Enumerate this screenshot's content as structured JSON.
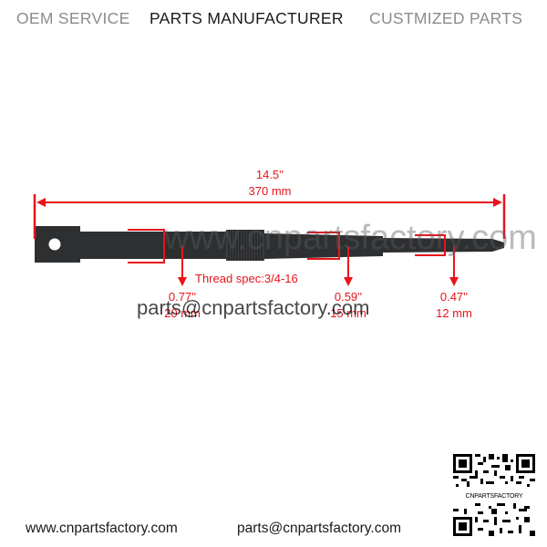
{
  "header": {
    "oem": "OEM SERVICE",
    "parts": "PARTS MANUFACTURER",
    "custom": "CUSTMIZED PARTS"
  },
  "dimensions": {
    "overall_in": "14.5''",
    "overall_mm": "370 mm",
    "thread": "Thread spec:3/4-16",
    "d1_in": "0.77''",
    "d1_mm": "20 mm",
    "d2_in": "0.59''",
    "d2_mm": "15 mm",
    "d3_in": "0.47''",
    "d3_mm": "12 mm"
  },
  "watermarks": {
    "site": "www.cnpartsfactory.com",
    "email": "parts@cnpartsfactory.com"
  },
  "footer": {
    "website": "www.cnpartsfactory.com",
    "email": "parts@cnpartsfactory.com"
  },
  "qr_caption": "CNPARTSFACTORY",
  "colors": {
    "accent": "#e8141c",
    "part": "#2d2f31",
    "header_light": "#8c8c8c",
    "header_dark": "#1a1a1a"
  }
}
